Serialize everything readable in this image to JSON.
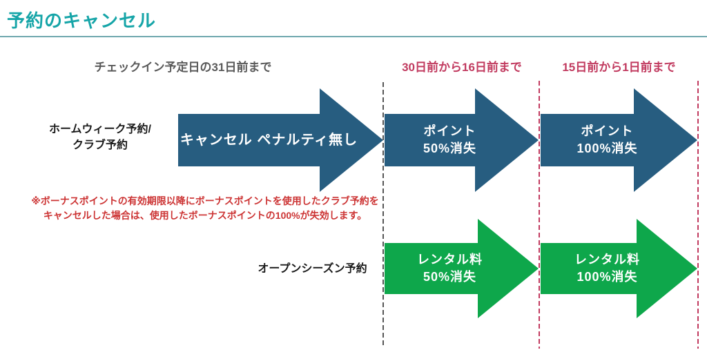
{
  "title": "予約のキャンセル",
  "headers": {
    "col1": "チェックイン予定日の31日前まで",
    "col2": "30日前から16日前まで",
    "col3": "15日前から1日前まで"
  },
  "row_homeweek": {
    "label_line1": "ホームウィーク予約/",
    "label_line2": "クラブ予約",
    "arrow_no_penalty": "キャンセル ペナルティ無し",
    "arrow_points50_line1": "ポイント",
    "arrow_points50_line2": "50%消失",
    "arrow_points100_line1": "ポイント",
    "arrow_points100_line2": "100%消失"
  },
  "note": {
    "line1": "※ボーナスポイントの有効期限以降にボーナスポイントを使用したクラブ予約を",
    "line2_prefix": "キャンセルした場合は、使用したボーナスポイントの",
    "line2_strong": "100%",
    "line2_suffix": "が失効します。"
  },
  "row_openseason": {
    "label": "オープンシーズン予約",
    "arrow_rental50_line1": "レンタル料",
    "arrow_rental50_line2": "50%消失",
    "arrow_rental100_line1": "レンタル料",
    "arrow_rental100_line2": "100%消失"
  },
  "colors": {
    "accent_teal": "#16A5A8",
    "arrow_blue": "#275D80",
    "arrow_green": "#0EA74B",
    "header_crimson": "#C13A5F",
    "note_red": "#CC3333",
    "header_gray": "#595959",
    "divider_gray": "#555555"
  }
}
